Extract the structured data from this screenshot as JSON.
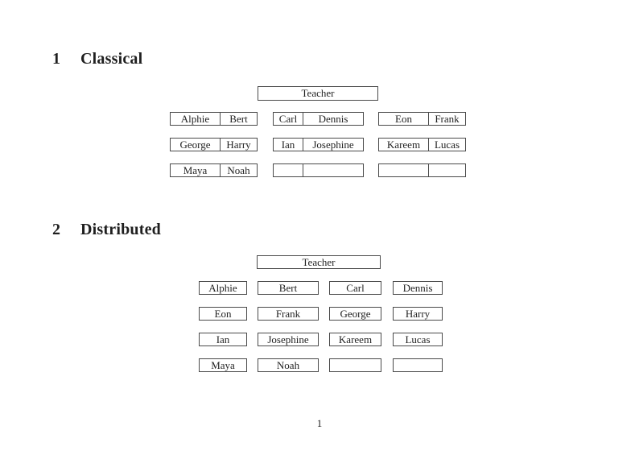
{
  "colors": {
    "page_background": "#ffffff",
    "line_color": "#4a4a4a",
    "text_color": "#1f1f1f"
  },
  "page": {
    "number": "1"
  },
  "sections": [
    {
      "number": "1",
      "title": "Classical",
      "teacher_label": "Teacher",
      "desks": [
        {
          "left": "Alphie",
          "right": "Bert"
        },
        {
          "left": "Carl",
          "right": "Dennis"
        },
        {
          "left": "Eon",
          "right": "Frank"
        },
        {
          "left": "George",
          "right": "Harry"
        },
        {
          "left": "Ian",
          "right": "Josephine"
        },
        {
          "left": "Kareem",
          "right": "Lucas"
        },
        {
          "left": "Maya",
          "right": "Noah"
        },
        {
          "left": "",
          "right": ""
        },
        {
          "left": "",
          "right": ""
        }
      ]
    },
    {
      "number": "2",
      "title": "Distributed",
      "teacher_label": "Teacher",
      "seats": [
        "Alphie",
        "Bert",
        "Carl",
        "Dennis",
        "Eon",
        "Frank",
        "George",
        "Harry",
        "Ian",
        "Josephine",
        "Kareem",
        "Lucas",
        "Maya",
        "Noah",
        "",
        ""
      ]
    }
  ]
}
